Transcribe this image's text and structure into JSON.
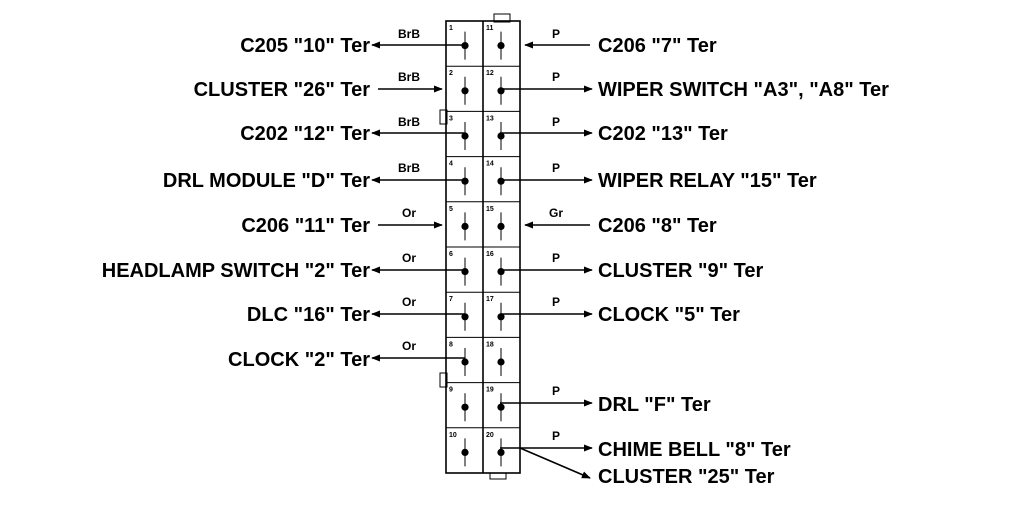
{
  "left_labels": [
    {
      "text": "C205 \"10\" Ter",
      "wire": "BrB",
      "dir": "out"
    },
    {
      "text": "CLUSTER \"26\" Ter",
      "wire": "BrB",
      "dir": "in"
    },
    {
      "text": "C202 \"12\" Ter",
      "wire": "BrB",
      "dir": "out"
    },
    {
      "text": "DRL MODULE \"D\" Ter",
      "wire": "BrB",
      "dir": "out"
    },
    {
      "text": "C206 \"11\" Ter",
      "wire": "Or",
      "dir": "in"
    },
    {
      "text": "HEADLAMP SWITCH \"2\" Ter",
      "wire": "Or",
      "dir": "out"
    },
    {
      "text": "DLC \"16\" Ter",
      "wire": "Or",
      "dir": "out"
    },
    {
      "text": "CLOCK \"2\" Ter",
      "wire": "Or",
      "dir": "out"
    }
  ],
  "right_labels": [
    {
      "text": "C206 \"7\" Ter",
      "wire": "P",
      "dir": "in"
    },
    {
      "text": "WIPER SWITCH \"A3\", \"A8\" Ter",
      "wire": "P",
      "dir": "out"
    },
    {
      "text": "C202 \"13\" Ter",
      "wire": "P",
      "dir": "out"
    },
    {
      "text": "WIPER RELAY \"15\" Ter",
      "wire": "P",
      "dir": "out"
    },
    {
      "text": "C206 \"8\" Ter",
      "wire": "Gr",
      "dir": "in"
    },
    {
      "text": "CLUSTER \"9\" Ter",
      "wire": "P",
      "dir": "out"
    },
    {
      "text": "CLOCK \"5\" Ter",
      "wire": "P",
      "dir": "out"
    },
    {
      "text": "DRL \"F\" Ter",
      "wire": "P",
      "dir": "out"
    },
    {
      "text": "CHIME BELL \"8\" Ter",
      "wire": "P",
      "dir": "out"
    },
    {
      "text": "CLUSTER \"25\" Ter",
      "wire": "",
      "dir": "out"
    }
  ],
  "left_pins": [
    "1",
    "2",
    "3",
    "4",
    "5",
    "6",
    "7",
    "8",
    "9",
    "10"
  ],
  "right_pins": [
    "11",
    "12",
    "13",
    "14",
    "15",
    "16",
    "17",
    "18",
    "19",
    "20"
  ]
}
